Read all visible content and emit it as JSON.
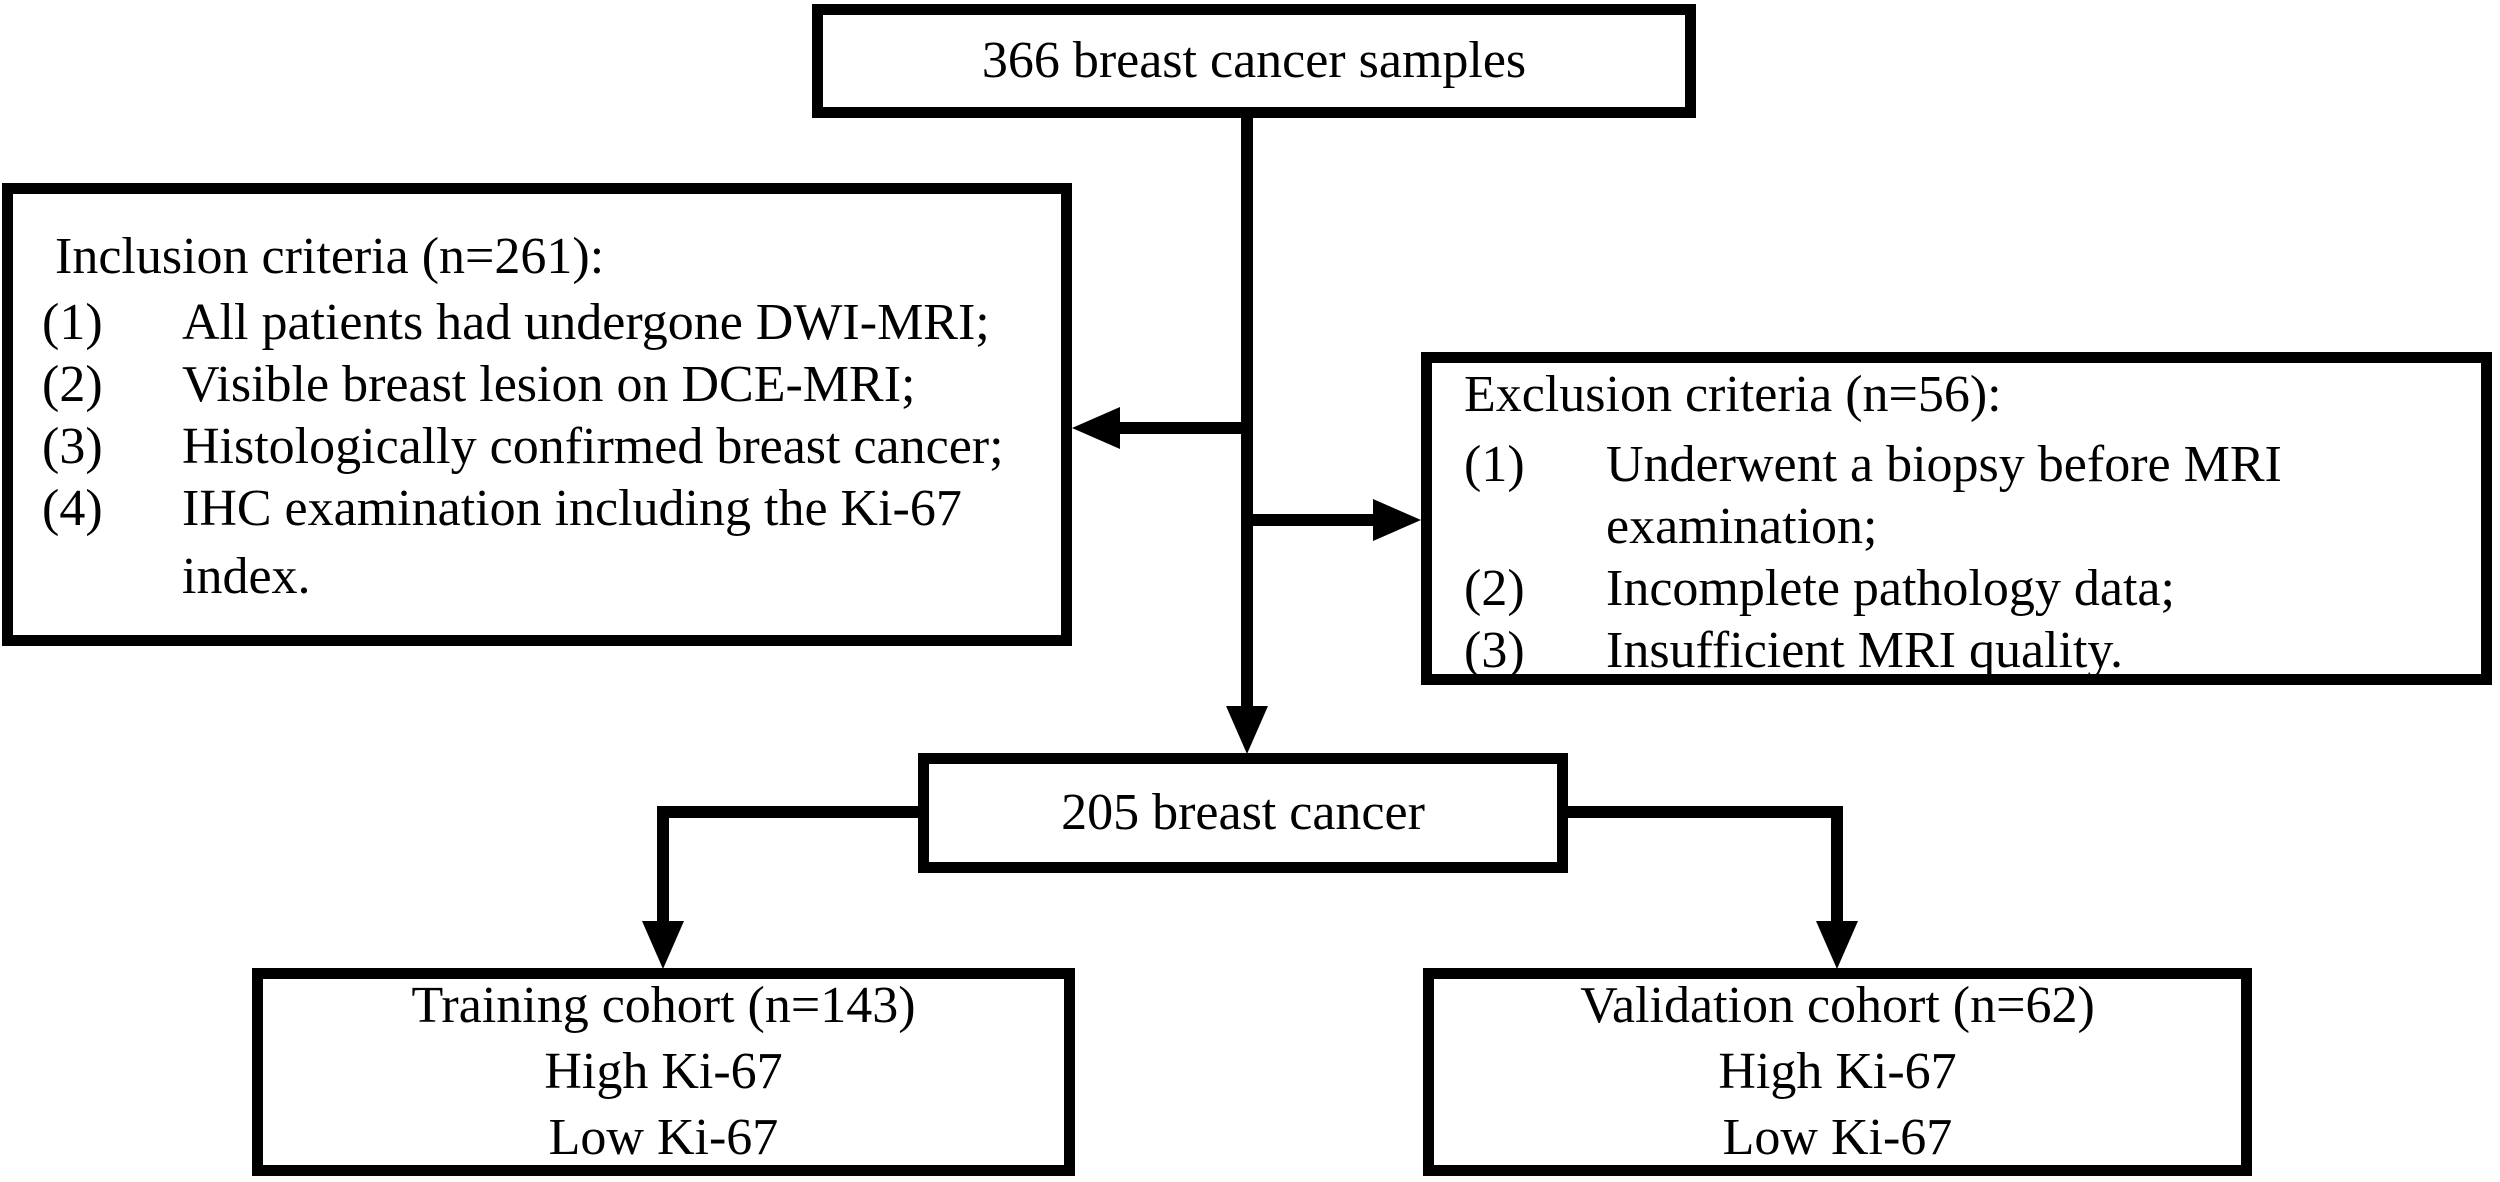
{
  "colors": {
    "background": "#ffffff",
    "line": "#000000",
    "text": "#000000"
  },
  "flowchart": {
    "top_box": {
      "label": "366 breast cancer samples"
    },
    "inclusion_box": {
      "title": "Inclusion criteria (n=261):",
      "items": [
        {
          "number": "(1)",
          "text": "All patients had undergone DWI-MRI;"
        },
        {
          "number": "(2)",
          "text": "Visible breast lesion on DCE-MRI;"
        },
        {
          "number": "(3)",
          "text": "Histologically confirmed breast cancer;"
        },
        {
          "number": "(4)",
          "text": "IHC examination including the Ki-67"
        },
        {
          "number": "",
          "text": "index."
        }
      ]
    },
    "exclusion_box": {
      "title": "Exclusion criteria (n=56):",
      "items": [
        {
          "number": "(1)",
          "text": "Underwent a biopsy before MRI"
        },
        {
          "number": "",
          "text": "examination;"
        },
        {
          "number": "(2)",
          "text": "Incomplete pathology data;"
        },
        {
          "number": "(3)",
          "text": "Insufficient MRI quality."
        }
      ]
    },
    "middle_box": {
      "label": "205 breast cancer"
    },
    "training_box": {
      "lines": [
        "Training cohort (n=143)",
        "High Ki-67",
        "Low Ki-67"
      ]
    },
    "validation_box": {
      "lines": [
        "Validation cohort (n=62)",
        "High Ki-67",
        "Low Ki-67"
      ]
    }
  }
}
